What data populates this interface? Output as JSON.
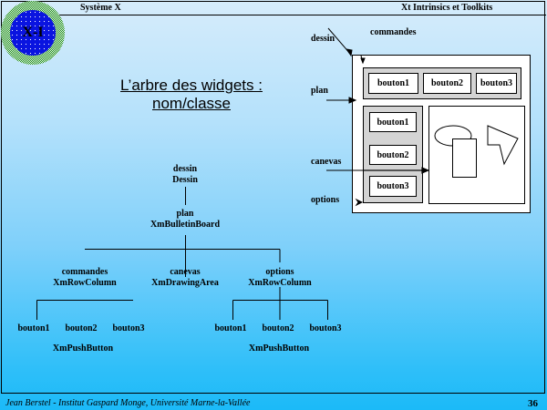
{
  "header": {
    "left_title": "Système X",
    "right_title": "Xt Intrinsics et Toolkits",
    "logo_text": "X-I"
  },
  "title": {
    "line1": "L’arbre des widgets :",
    "line2": "nom/classe"
  },
  "tree": {
    "root": {
      "name": "dessin",
      "class": "Dessin"
    },
    "plan": {
      "name": "plan",
      "class": "XmBulletinBoard"
    },
    "commandes": {
      "name": "commandes",
      "class": "XmRowColumn"
    },
    "canevas": {
      "name": "canevas",
      "class": "XmDrawingArea"
    },
    "options": {
      "name": "options",
      "class": "XmRowColumn"
    },
    "commandes_children": [
      "bouton1",
      "bouton2",
      "bouton3"
    ],
    "commandes_children_class": "XmPushButton",
    "options_children": [
      "bouton1",
      "bouton2",
      "bouton3"
    ],
    "options_children_class": "XmPushButton"
  },
  "mockup": {
    "labels": {
      "dessin": "dessin",
      "commandes": "commandes",
      "plan": "plan",
      "canevas": "canevas",
      "options": "options"
    },
    "top_buttons": [
      "bouton1",
      "bouton2",
      "bouton3"
    ],
    "side_buttons": [
      "bouton1",
      "bouton2",
      "bouton3"
    ]
  },
  "footer": {
    "credit": "Jean Berstel  -   Institut Gaspard Monge, Université Marne-la-Vallée",
    "page": "36"
  }
}
